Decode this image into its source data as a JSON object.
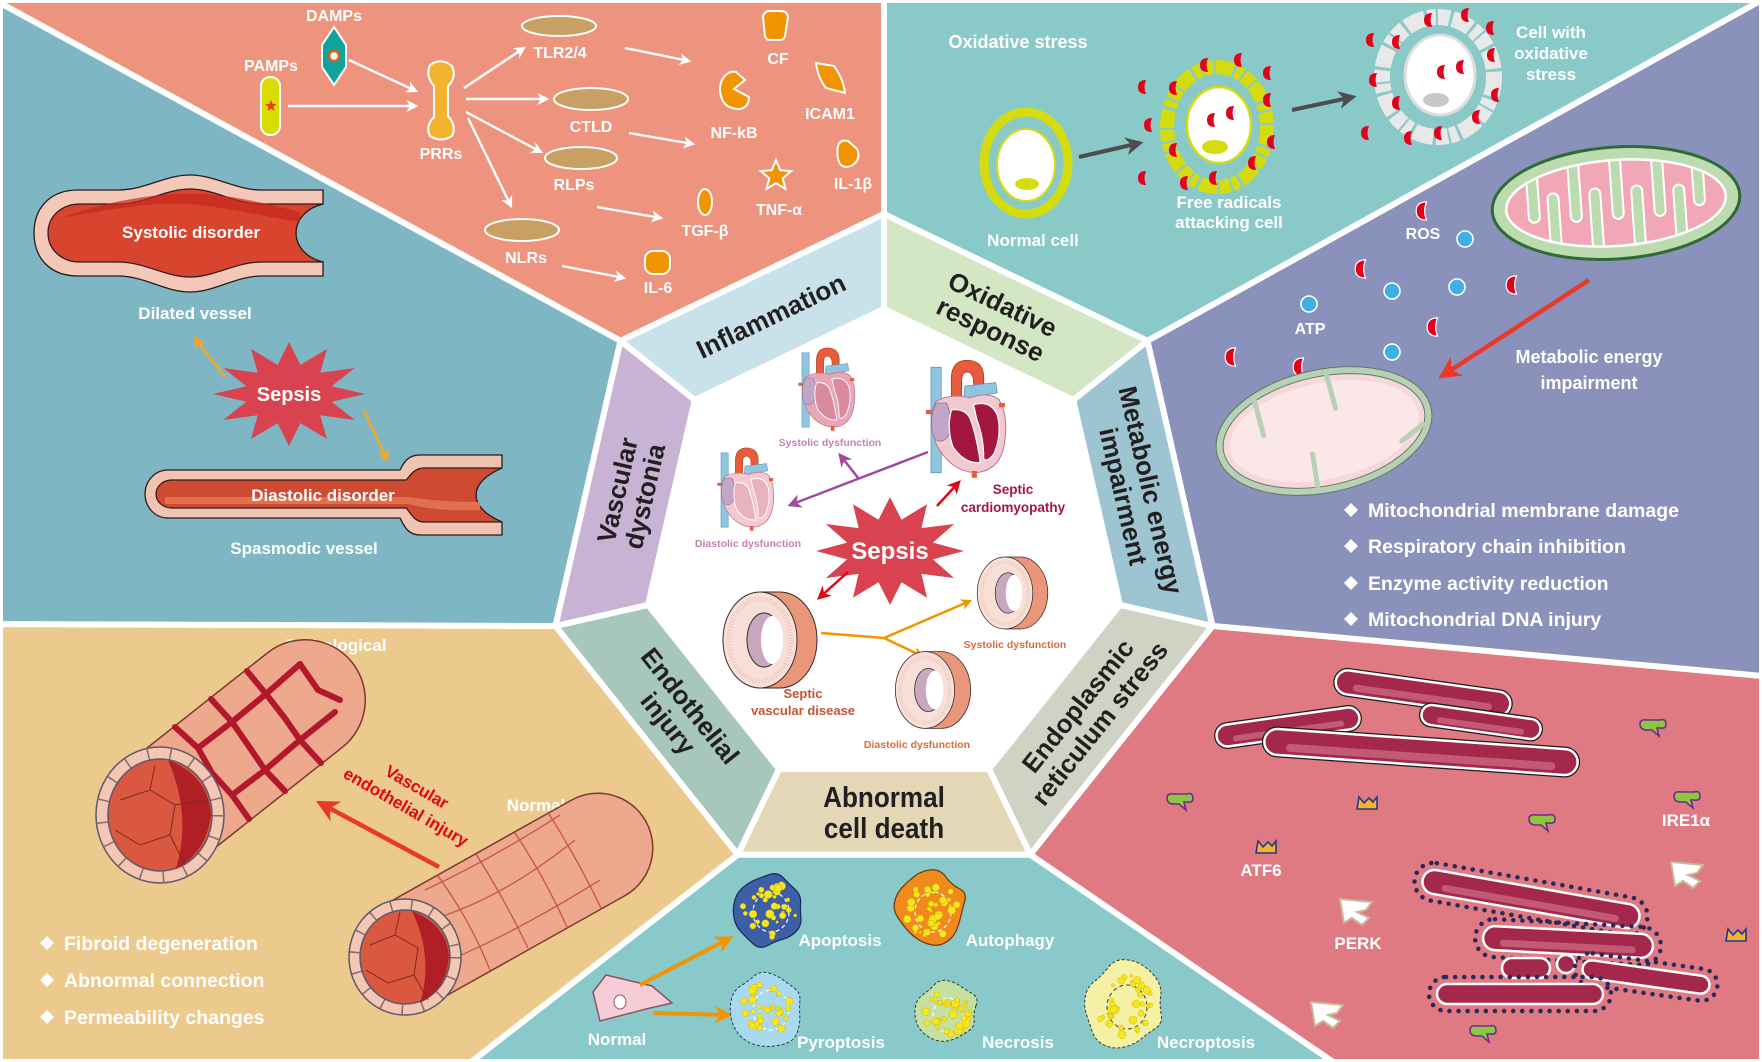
{
  "colors": {
    "sector_inflammation": "#ee937e",
    "sector_oxidative": "#89c9c7",
    "sector_metabolic": "#8a91ba",
    "sector_er_stress": "#e07a82",
    "sector_cell_death": "#89c9c9",
    "sector_endothelial": "#ecc98c",
    "sector_vascular": "#7eb6c4",
    "ring_inflammation": "#c9e1ea",
    "ring_oxidative": "#d4e7c5",
    "ring_metabolic": "#9dc5d1",
    "ring_er_stress": "#cfd3c3",
    "ring_cell_death": "#e3d7b5",
    "ring_endothelial": "#a7c7bc",
    "ring_vascular": "#c9b3d4",
    "sepsis_star": "#d9434f"
  },
  "ring_labels": {
    "inflammation": [
      "Inflammation"
    ],
    "oxidative_response": [
      "Oxidative",
      "response"
    ],
    "metabolic_energy_impairment": [
      "Metabolic energy",
      "impairment"
    ],
    "er_stress": [
      "Endoplasmic",
      "reticulum stress"
    ],
    "abnormal_cell_death": [
      "Abnormal",
      "cell death"
    ],
    "endothelial_injury": [
      "Endothelial",
      "injury"
    ],
    "vascular_dystonia": [
      "Vascular",
      "dystonia"
    ]
  },
  "center": {
    "sepsis": "Sepsis",
    "heart_systolic": "Systolic dysfunction",
    "heart_diastolic": "Diastolic dysfunction",
    "septic_cardiomyopathy": [
      "Septic",
      "cardiomyopathy"
    ],
    "septic_vascular_disease": [
      "Septic",
      "vascular disease"
    ],
    "vessel_systolic": "Systolic dysfunction",
    "vessel_diastolic": "Diastolic dysfunction"
  },
  "inflammation_panel": {
    "damps": "DAMPs",
    "pamps": "PAMPs",
    "prrs": "PRRs",
    "receptors": [
      "TLR2/4",
      "CTLD",
      "RLPs",
      "NLRs"
    ],
    "mediators": {
      "cf": "CF",
      "nf_kb": "NF-kB",
      "icam1": "ICAM1",
      "il_1b": "IL-1β",
      "tnf_a": "TNF-α",
      "tgf_b": "TGF-β",
      "il_6": "IL-6"
    }
  },
  "oxidative_panel": {
    "title": "Oxidative stress",
    "normal_cell": "Normal cell",
    "attacked_cell": [
      "Free radicals",
      "attacking cell"
    ],
    "stressed_cell": [
      "Cell with",
      "oxidative",
      "stress"
    ]
  },
  "metabolic_panel": {
    "ros": "ROS",
    "atp": "ATP",
    "impairment": [
      "Metabolic energy",
      "impairment"
    ],
    "bullets": [
      "Mitochondrial membrane damage",
      "Respiratory chain inhibition",
      "Enzyme activity reduction",
      "Mitochondrial DNA injury"
    ]
  },
  "er_panel": {
    "ire1a": "IRE1α",
    "atf6": "ATF6",
    "perk": "PERK"
  },
  "cell_death_panel": {
    "normal": "Normal",
    "apoptosis": "Apoptosis",
    "autophagy": "Autophagy",
    "pyroptosis": "Pyroptosis",
    "necrosis": "Necrosis",
    "necroptosis": "Necroptosis"
  },
  "endothelial_panel": {
    "pathological": "Pathological",
    "normal": "Normal",
    "injury": [
      "Vascular",
      "endothelial injury"
    ],
    "bullets": [
      "Fibroid degeneration",
      "Abnormal connection",
      "Permeability changes"
    ]
  },
  "vascular_panel": {
    "systolic_disorder": "Systolic disorder",
    "dilated_vessel": "Dilated vessel",
    "sepsis": "Sepsis",
    "diastolic_disorder": "Diastolic disorder",
    "spasmodic_vessel": "Spasmodic vessel"
  }
}
